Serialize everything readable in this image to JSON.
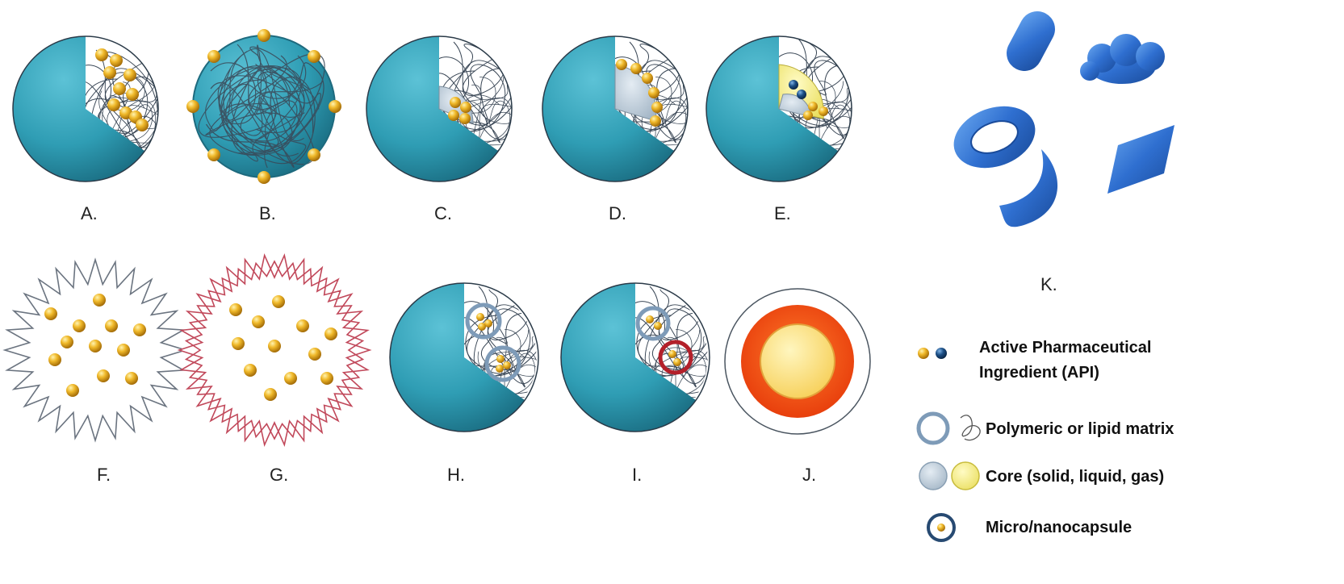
{
  "panels": {
    "A": "A.",
    "B": "B.",
    "C": "C.",
    "D": "D.",
    "E": "E.",
    "F": "F.",
    "G": "G.",
    "H": "H.",
    "I": "I.",
    "J": "J.",
    "K": "K."
  },
  "legend": {
    "api": [
      "Active Pharmaceutical",
      "Ingredient (API)"
    ],
    "matrix": "Polymeric or lipid matrix",
    "core": "Core (solid, liquid, gas)",
    "capsule": "Micro/nanocapsule"
  },
  "colors": {
    "teal": "#2f9db4",
    "gold": "#e3a91f",
    "navy": "#1c4f86",
    "red_outline": "#c1485a",
    "orange": "#ff5a12",
    "pale_yellow": "#ffe27a",
    "shape_blue": "#2f6fd0"
  }
}
